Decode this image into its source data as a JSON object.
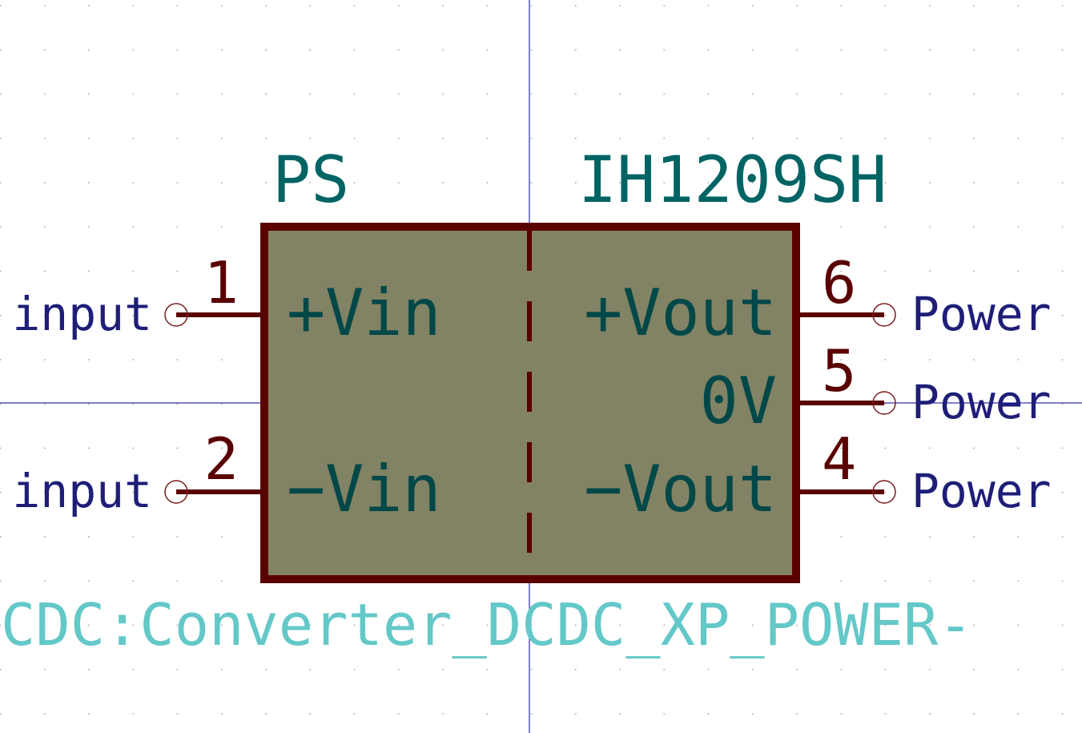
{
  "colors": {
    "background": "#ffffff",
    "grid_dot": "#b4b4b4",
    "crosshair": "#0000a0",
    "body_fill": "#828264",
    "body_outline": "#5a0000",
    "pin_line": "#5a0000",
    "pin_number": "#5a0000",
    "pin_name": "#004848",
    "pin_type": "#1e1e78",
    "reference": "#006464",
    "value": "#006464",
    "library_id": "#64c8c8"
  },
  "symbol": {
    "reference": "PS",
    "value": "IH1209SH",
    "library_id_fragment": "CDC:Converter_DCDC_XP_POWER-"
  },
  "pins": [
    {
      "number": "1",
      "name": "+Vin",
      "type": "input"
    },
    {
      "number": "2",
      "name": "−Vin",
      "type": "input"
    },
    {
      "number": "6",
      "name": "+Vout",
      "type": "Power"
    },
    {
      "number": "5",
      "name": "0V",
      "type": "Power"
    },
    {
      "number": "4",
      "name": "−Vout",
      "type": "Power"
    }
  ]
}
